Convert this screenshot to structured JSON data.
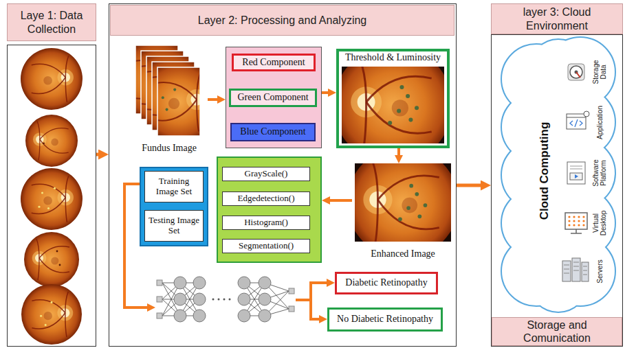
{
  "diagram": {
    "nodes": [
      {
        "text": [
          "Laye 1: Data Collection"
        ]
      },
      {
        "text": [
          "Layer 2: Processing and Analyzing"
        ]
      },
      {
        "text": [
          "Fundus Image"
        ],
        "in": 1
      },
      {
        "text": [],
        "in": 1
      },
      {
        "text": [
          "Red Component"
        ],
        "in": 3
      },
      {
        "text": [
          "Green Component"
        ],
        "in": 3
      },
      {
        "text": [
          "Blue Component"
        ],
        "in": 3
      },
      {
        "text": [
          "Threshold & Luminosity"
        ],
        "in": 1
      },
      {
        "text": [
          "Enhanced Image"
        ],
        "in": 1
      },
      {
        "text": [],
        "in": 1
      },
      {
        "text": [
          "GrayScale()"
        ],
        "in": 9
      },
      {
        "text": [
          "Edgedetection()"
        ],
        "in": 9
      },
      {
        "text": [
          "Histogram()"
        ],
        "in": 9
      },
      {
        "text": [
          "Segmentation()"
        ],
        "in": 9
      },
      {
        "text": [],
        "in": 1
      },
      {
        "text": [
          "Training Image Set"
        ],
        "in": 14
      },
      {
        "text": [
          "Testing Image Set"
        ],
        "in": 14
      },
      {
        "text": [
          "Diabetic Retinopathy"
        ],
        "in": 1
      },
      {
        "text": [
          "No Diabetic Retinopathy"
        ],
        "in": 1
      },
      {
        "text": [
          "layer 3: Cloud Environment"
        ]
      },
      {
        "text": [
          "Cloud Computing"
        ],
        "in": 19
      },
      {
        "text": [
          "Storage and Comunication"
        ],
        "in": 19
      }
    ],
    "edges": [
      {
        "from": 0,
        "to": 1,
        "arrow": "to"
      },
      {
        "from": 1,
        "to": 19,
        "arrow": "to"
      },
      {
        "from": 2,
        "to": 3,
        "arrow": "to"
      },
      {
        "from": 3,
        "to": 7,
        "arrow": "to"
      },
      {
        "from": 7,
        "to": 8,
        "arrow": "to"
      },
      {
        "from": 8,
        "to": 9,
        "arrow": "to"
      }
    ],
    "labels": [
      "Storage Data",
      "Application",
      "Software Platform",
      "Virtual Desktop",
      "Servers"
    ]
  }
}
